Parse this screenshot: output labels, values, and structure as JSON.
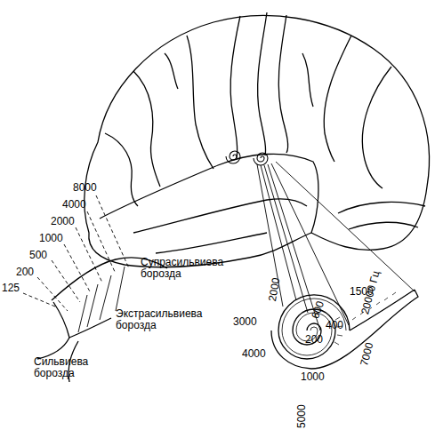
{
  "diagram": {
    "labels": [
      "8000",
      "4000",
      "2000",
      "1000",
      "500",
      "200",
      "125",
      "Супрасильвиева борозда",
      "Экстрасильвиева борозда",
      "Сильвиева борозда",
      "2000",
      "3000",
      "4000",
      "600",
      "400",
      "200",
      "1000",
      "1500",
      "7000",
      "20000 Гц",
      "5000"
    ]
  }
}
